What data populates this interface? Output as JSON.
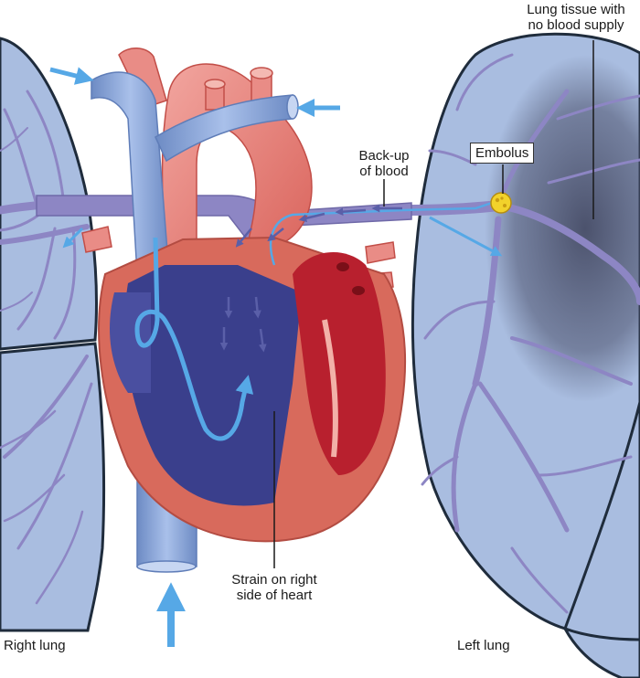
{
  "labels": {
    "lung_tissue_no_blood": [
      "Lung tissue with",
      "no blood supply"
    ],
    "embolus": "Embolus",
    "back_up_of_blood": [
      "Back-up",
      "of blood"
    ],
    "strain_on_right_heart": [
      "Strain on right",
      "side of heart"
    ],
    "right_lung": "Right lung",
    "left_lung": "Left lung"
  },
  "colors": {
    "lung_fill": "#a9bde0",
    "lung_outline": "#1f2c3c",
    "vessel": "#8d86c4",
    "vein_blue": "#7f9bd0",
    "heart_wall": "#d86a5c",
    "ventricle_blue": "#3a3f8c",
    "left_chamber_red": "#b8202e",
    "artery_pink": "#e98c86",
    "flow_arrow": "#56a8e6",
    "embolus_yellow": "#f2d22b",
    "ischemic_shadow": "#4a4f6a"
  }
}
